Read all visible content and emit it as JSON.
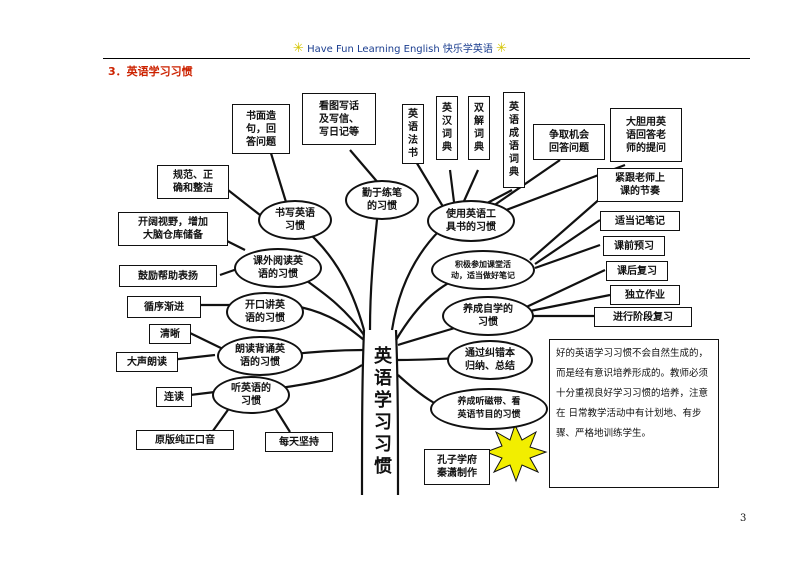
{
  "header": {
    "text": "Have Fun Learning English  快乐学英语"
  },
  "section_title": "3．英语学习习惯",
  "page_number": "3",
  "center": {
    "label": "英\n语\n学\n习\n习\n惯"
  },
  "branches": {
    "b1": "书写英语\n习惯",
    "b2": "勤于练笔\n的习惯",
    "b3": "使用英语工\n具书的习惯",
    "b4": "课外阅读英\n语的习惯",
    "b5": "积极参加课堂活\n动，适当做好笔记",
    "b6": "开口讲英\n语的习惯",
    "b7": "养成自学的\n习惯",
    "b8": "朗读背诵英\n语的习惯",
    "b9": "通过纠错本\n归纳、总结",
    "b10": "听英语的\n习惯",
    "b11": "养成听磁带、看\n英语节目的习惯"
  },
  "leaves": {
    "l1": "书面造\n句，回\n答问题",
    "l2": "看图写话\n及写信、\n写日记等",
    "l3": "英\n语\n法\n书",
    "l4": "英\n汉\n词\n典",
    "l5": "双\n解\n词\n典",
    "l6": "英\n语\n成\n语\n词\n典",
    "l7": "争取机会\n回答问题",
    "l8": "大胆用英\n语回答老\n师的提问",
    "l9": "规范、正\n确和整洁",
    "l10": "开阔视野，增加\n大脑仓库储备",
    "l11": "紧跟老师上\n课的节奏",
    "l12": "适当记笔记",
    "l13": "课前预习",
    "l14": "鼓励帮助表扬",
    "l15": "课后复习",
    "l16": "循序渐进",
    "l17": "独立作业",
    "l18": "进行阶段复习",
    "l19": "清晰",
    "l20": "大声朗读",
    "l21": "连读",
    "l22": "原版纯正口音",
    "l23": "每天坚持",
    "l24": "孔子学府\n秦潇制作"
  },
  "note": "好的英语学习习惯不会自然生成的，而是经有意识培养形成的。教师必须十分重视良好学习习惯的培养，注意在 日常教学活动中有计划地、有步骤、严格地训练学生。",
  "colors": {
    "section": "#cc2200",
    "header": "#1a3d8f",
    "burst": "#f2ee00"
  }
}
